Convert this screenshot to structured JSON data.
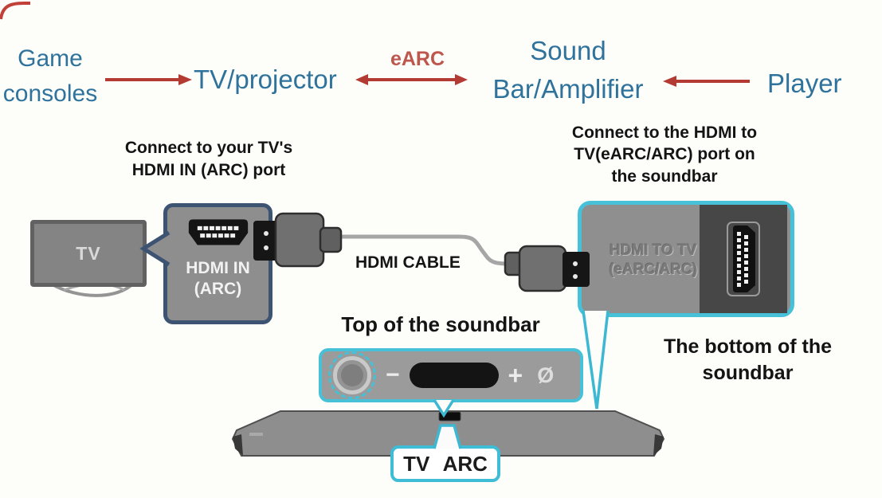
{
  "flow": {
    "nodes": [
      {
        "label": "Game consoles"
      },
      {
        "label": "TV/projector"
      },
      {
        "label": "Sound Bar/Amplifier"
      },
      {
        "label": "Player"
      }
    ],
    "earc_label": "eARC"
  },
  "tv": {
    "label": "TV"
  },
  "tv_callout": {
    "line1": "HDMI IN",
    "line2": "(ARC)"
  },
  "soundbar_callout": {
    "line1": "HDMI TO TV",
    "line2": "(eARC/ARC)"
  },
  "annotations": {
    "tv_connect": "Connect to your TV's HDMI IN (ARC) port",
    "soundbar_connect": "Connect to the HDMI to TV(eARC/ARC) port on the soundbar",
    "hdmi_cable": "HDMI CABLE",
    "top_of_soundbar": "Top of the soundbar",
    "bottom_of_soundbar": "The bottom of the soundbar",
    "tv_arc": "TV ARC"
  },
  "control_panel": {
    "volume_down": "−",
    "volume_up": "+",
    "mute": "Ø"
  },
  "colors": {
    "label_blue": "#2f739c",
    "arrow_red": "#b33b34",
    "earc_red": "#bd564c",
    "callout_cyan": "#47c1d8",
    "callout_navy": "#3c5472",
    "panel_gray": "#8e8e8e"
  }
}
